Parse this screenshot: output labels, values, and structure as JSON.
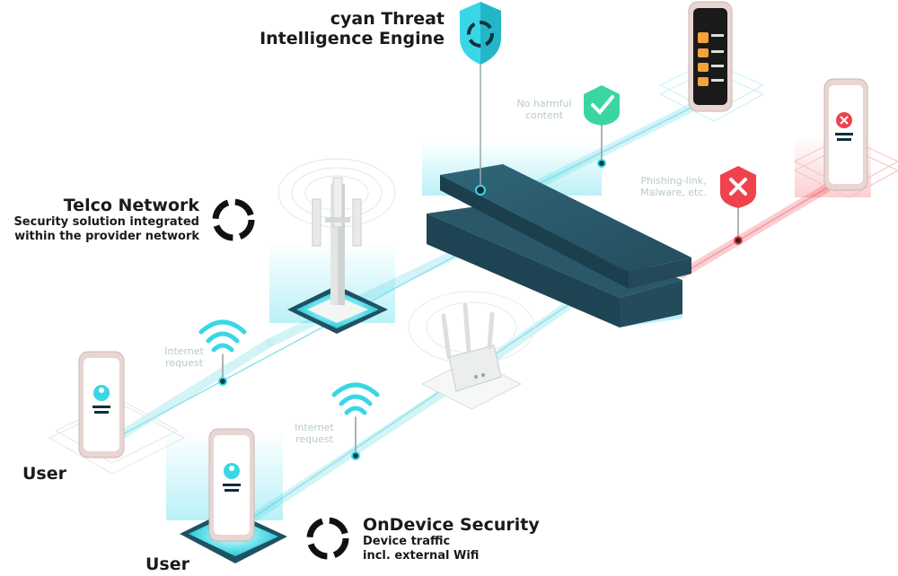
{
  "threat_engine": {
    "line1": "cyan Threat",
    "line2": "Intelligence Engine"
  },
  "telco": {
    "title": "Telco Network",
    "line1": "Security solution integrated",
    "line2": "within the provider network"
  },
  "ondevice": {
    "title": "OnDevice Security",
    "line1": "Device traffic",
    "line2": "incl. external Wifi"
  },
  "user_top": "User",
  "user_bottom": "User",
  "annotations": {
    "no_harmful_line1": "No harmful",
    "no_harmful_line2": "content",
    "phishing_line1": "Phishing-link,",
    "phishing_line2": "Malware, etc.",
    "internet_top_line1": "Internet",
    "internet_top_line2": "request",
    "internet_bottom_line1": "Internet",
    "internet_bottom_line2": "request"
  },
  "colors": {
    "accent_cyan": "#39d7e6",
    "safe_green": "#3bd6a0",
    "danger_red": "#f0424d",
    "engine_dark": "#2b5a6b",
    "line_cyan": "#9fe6ee"
  },
  "icons": [
    "shield-icon",
    "check-icon",
    "cross-icon",
    "wifi-icon",
    "cell-tower-icon",
    "router-icon",
    "smartphone-icon",
    "cyan-logo-icon"
  ]
}
